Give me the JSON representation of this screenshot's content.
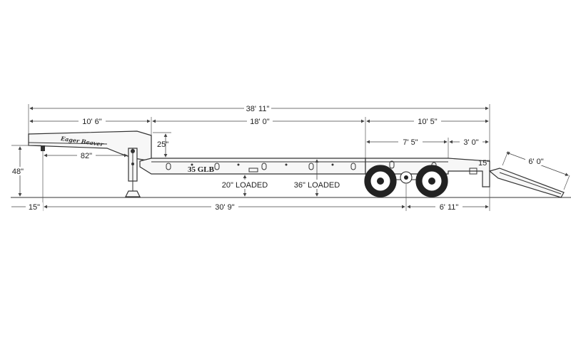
{
  "model_label": "35 GLB",
  "brand_label": "Eager Beaver",
  "dimensions": {
    "overall_length": "38' 11\"",
    "gooseneck_length": "10' 6\"",
    "deck_length": "18' 0\"",
    "rear_section_length": "10' 5\"",
    "axle_to_tail": "7' 5\"",
    "tail_length": "3' 0\"",
    "ramp_length": "6' 0\"",
    "gooseneck_clearance": "82\"",
    "gooseneck_drop": "25\"",
    "fifth_wheel_height": "48\"",
    "kingpin_setback": "15\"",
    "kingpin_to_axle": "30' 9\"",
    "axle_to_rear": "6' 11\"",
    "deck_height_loaded": "20\" LOADED",
    "rear_deck_height_loaded": "36\" LOADED",
    "tail_drop": "15\""
  }
}
